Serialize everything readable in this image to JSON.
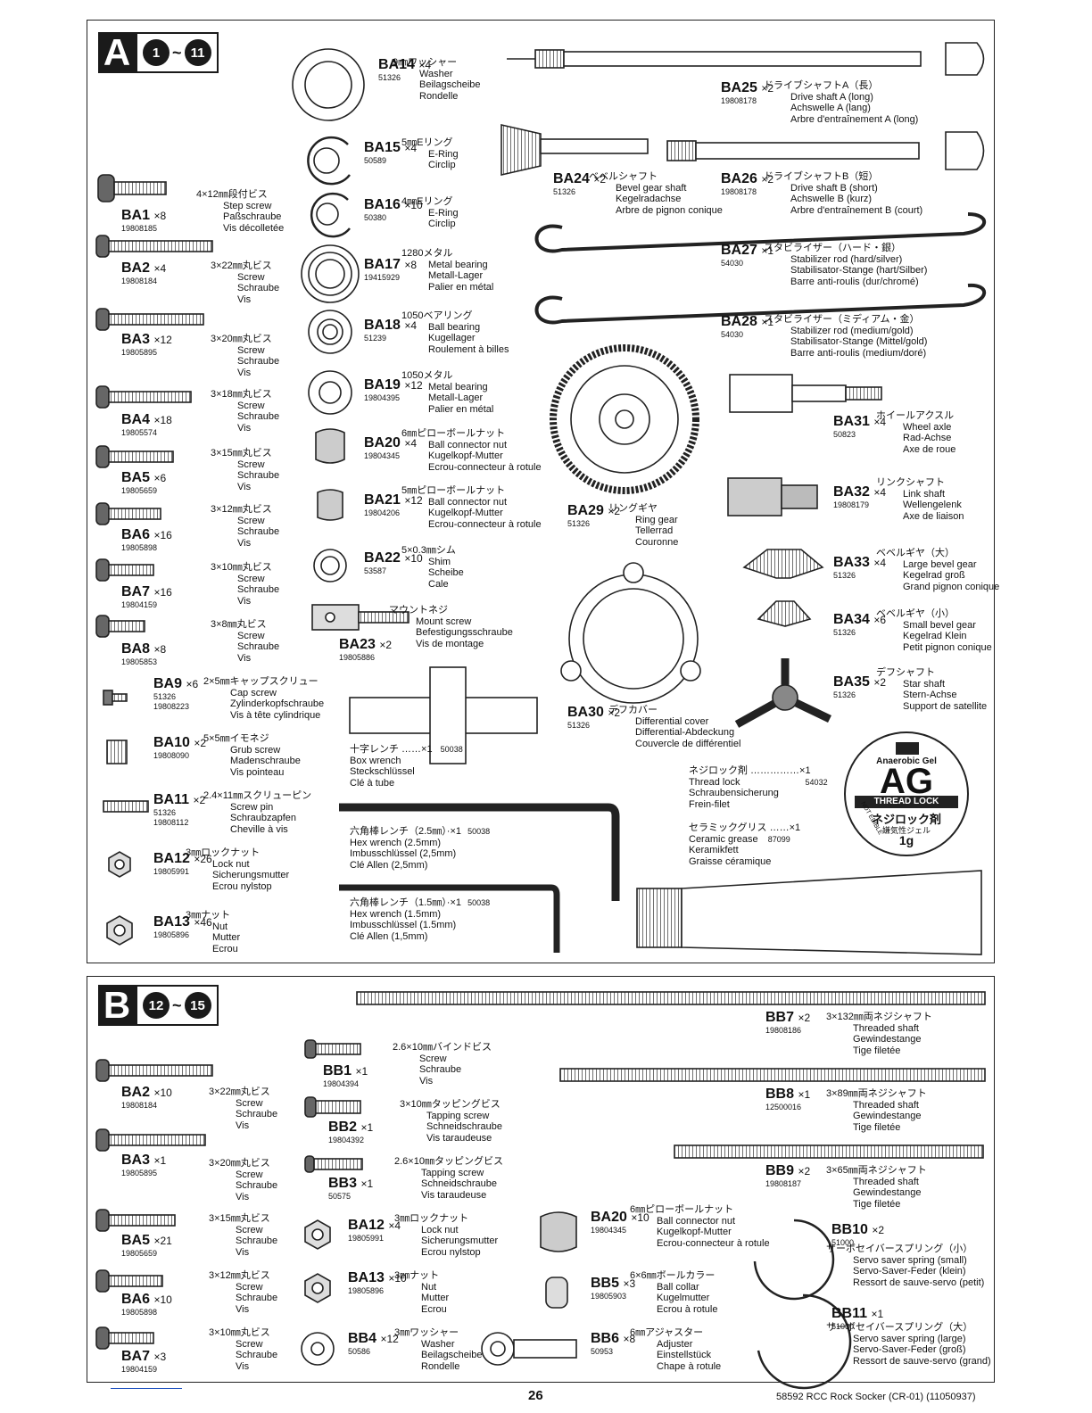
{
  "sectionA": {
    "letter": "A",
    "range_from": "1",
    "range_to": "11",
    "tilde": "~",
    "parts": [
      {
        "code": "BA1",
        "qty": "×8",
        "pn": "19808185",
        "ja": "4×12㎜段付ビス",
        "names": [
          "Step screw",
          "Paßschraube",
          "Vis décolletée"
        ]
      },
      {
        "code": "BA2",
        "qty": "×4",
        "pn": "19808184",
        "ja": "3×22㎜丸ビス",
        "names": [
          "Screw",
          "Schraube",
          "Vis"
        ]
      },
      {
        "code": "BA3",
        "qty": "×12",
        "pn": "19805895",
        "ja": "3×20㎜丸ビス",
        "names": [
          "Screw",
          "Schraube",
          "Vis"
        ]
      },
      {
        "code": "BA4",
        "qty": "×18",
        "pn": "19805574",
        "ja": "3×18㎜丸ビス",
        "names": [
          "Screw",
          "Schraube",
          "Vis"
        ]
      },
      {
        "code": "BA5",
        "qty": "×6",
        "pn": "19805659",
        "ja": "3×15㎜丸ビス",
        "names": [
          "Screw",
          "Schraube",
          "Vis"
        ]
      },
      {
        "code": "BA6",
        "qty": "×16",
        "pn": "19805898",
        "ja": "3×12㎜丸ビス",
        "names": [
          "Screw",
          "Schraube",
          "Vis"
        ]
      },
      {
        "code": "BA7",
        "qty": "×16",
        "pn": "19804159",
        "ja": "3×10㎜丸ビス",
        "names": [
          "Screw",
          "Schraube",
          "Vis"
        ]
      },
      {
        "code": "BA8",
        "qty": "×8",
        "pn": "19805853",
        "ja": "3×8㎜丸ビス",
        "names": [
          "Screw",
          "Schraube",
          "Vis"
        ]
      },
      {
        "code": "BA9",
        "qty": "×6",
        "pn": "51326",
        "pn2": "19808223",
        "ja": "2×5㎜キャップスクリュー",
        "names": [
          "Cap screw",
          "Zylinderkopfschraube",
          "Vis à tête cylindrique"
        ]
      },
      {
        "code": "BA10",
        "qty": "×2",
        "pn": "19808090",
        "ja": "5×5㎜イモネジ",
        "names": [
          "Grub screw",
          "Madenschraube",
          "Vis pointeau"
        ]
      },
      {
        "code": "BA11",
        "qty": "×2",
        "pn": "51326",
        "pn2": "19808112",
        "ja": "2.4×11㎜スクリューピン",
        "names": [
          "Screw pin",
          "Schraubzapfen",
          "Cheville à vis"
        ]
      },
      {
        "code": "BA12",
        "qty": "×26",
        "pn": "19805991",
        "ja": "3㎜ロックナット",
        "names": [
          "Lock nut",
          "Sicherungsmutter",
          "Ecrou nylstop"
        ]
      },
      {
        "code": "BA13",
        "qty": "×46",
        "pn": "19805896",
        "ja": "3㎜ナット",
        "names": [
          "Nut",
          "Mutter",
          "Ecrou"
        ]
      },
      {
        "code": "BA14",
        "qty": "×4",
        "pn": "51326",
        "ja": "9㎜ワッシャー",
        "names": [
          "Washer",
          "Beilagscheibe",
          "Rondelle"
        ]
      },
      {
        "code": "BA15",
        "qty": "×4",
        "pn": "50589",
        "ja": "5㎜Eリング",
        "names": [
          "E-Ring",
          "Circlip"
        ]
      },
      {
        "code": "BA16",
        "qty": "×10",
        "pn": "50380",
        "ja": "4㎜Eリング",
        "names": [
          "E-Ring",
          "Circlip"
        ]
      },
      {
        "code": "BA17",
        "qty": "×8",
        "pn": "19415929",
        "ja": "1280メタル",
        "names": [
          "Metal bearing",
          "Metall-Lager",
          "Palier en métal"
        ]
      },
      {
        "code": "BA18",
        "qty": "×4",
        "pn": "51239",
        "ja": "1050ベアリング",
        "names": [
          "Ball bearing",
          "Kugellager",
          "Roulement à billes"
        ]
      },
      {
        "code": "BA19",
        "qty": "×12",
        "pn": "19804395",
        "ja": "1050メタル",
        "names": [
          "Metal bearing",
          "Metall-Lager",
          "Palier en métal"
        ]
      },
      {
        "code": "BA20",
        "qty": "×4",
        "pn": "19804345",
        "ja": "6㎜ピローボールナット",
        "names": [
          "Ball connector nut",
          "Kugelkopf-Mutter",
          "Ecrou-connecteur à rotule"
        ]
      },
      {
        "code": "BA21",
        "qty": "×12",
        "pn": "19804206",
        "ja": "5㎜ピローボールナット",
        "names": [
          "Ball connector nut",
          "Kugelkopf-Mutter",
          "Ecrou-connecteur à rotule"
        ]
      },
      {
        "code": "BA22",
        "qty": "×10",
        "pn": "53587",
        "ja": "5×0.3㎜シム",
        "names": [
          "Shim",
          "Scheibe",
          "Cale"
        ]
      },
      {
        "code": "BA23",
        "qty": "×2",
        "pn": "19805886",
        "ja": "マウントネジ",
        "names": [
          "Mount screw",
          "Befestigungsschraube",
          "Vis de montage"
        ]
      },
      {
        "code": "BA24",
        "qty": "×2",
        "pn": "51326",
        "ja": "ベベルシャフト",
        "names": [
          "Bevel gear shaft",
          "Kegelradachse",
          "Arbre de pignon conique"
        ]
      },
      {
        "code": "BA25",
        "qty": "×2",
        "pn": "19808178",
        "ja": "ドライブシャフトA（長）",
        "names": [
          "Drive shaft A (long)",
          "Achswelle A (lang)",
          "Arbre d'entraînement A (long)"
        ]
      },
      {
        "code": "BA26",
        "qty": "×2",
        "pn": "19808178",
        "ja": "ドライブシャフトB（短）",
        "names": [
          "Drive shaft B (short)",
          "Achswelle B (kurz)",
          "Arbre d'entraînement B (court)"
        ]
      },
      {
        "code": "BA27",
        "qty": "×1",
        "pn": "54030",
        "ja": "スタビライザー（ハード・銀）",
        "names": [
          "Stabilizer rod (hard/silver)",
          "Stabilisator-Stange (hart/Silber)",
          "Barre anti-roulis (dur/chromé)"
        ]
      },
      {
        "code": "BA28",
        "qty": "×1",
        "pn": "54030",
        "ja": "スタビライザー（ミディアム・金）",
        "names": [
          "Stabilizer rod (medium/gold)",
          "Stabilisator-Stange (Mittel/gold)",
          "Barre anti-roulis (medium/doré)"
        ]
      },
      {
        "code": "BA29",
        "qty": "×2",
        "pn": "51326",
        "ja": "リングギヤ",
        "names": [
          "Ring gear",
          "Tellerrad",
          "Couronne"
        ]
      },
      {
        "code": "BA30",
        "qty": "×2",
        "pn": "51326",
        "ja": "デフカバー",
        "names": [
          "Differential cover",
          "Differential-Abdeckung",
          "Couvercle de différentiel"
        ]
      },
      {
        "code": "BA31",
        "qty": "×4",
        "pn": "50823",
        "ja": "ホイールアクスル",
        "names": [
          "Wheel axle",
          "Rad-Achse",
          "Axe de roue"
        ]
      },
      {
        "code": "BA32",
        "qty": "×4",
        "pn": "19808179",
        "ja": "リンクシャフト",
        "names": [
          "Link shaft",
          "Wellengelenk",
          "Axe de liaison"
        ]
      },
      {
        "code": "BA33",
        "qty": "×4",
        "pn": "51326",
        "ja": "ベベルギヤ（大）",
        "names": [
          "Large bevel gear",
          "Kegelrad groß",
          "Grand pignon conique"
        ]
      },
      {
        "code": "BA34",
        "qty": "×6",
        "pn": "51326",
        "ja": "ベベルギヤ（小）",
        "names": [
          "Small bevel gear",
          "Kegelrad Klein",
          "Petit pignon conique"
        ]
      },
      {
        "code": "BA35",
        "qty": "×2",
        "pn": "51326",
        "ja": "デフシャフト",
        "names": [
          "Star shaft",
          "Stern-Achse",
          "Support de satellite"
        ]
      }
    ],
    "tools": [
      {
        "ja": "十字レンチ ……×1",
        "pn": "50038",
        "names": [
          "Box wrench",
          "Steckschlüssel",
          "Clé à tube"
        ]
      },
      {
        "ja": "六角棒レンチ（2.5㎜）·×1",
        "pn": "50038",
        "names": [
          "Hex wrench (2.5mm)",
          "Imbusschlüssel (2,5mm)",
          "Clé Allen (2,5mm)"
        ]
      },
      {
        "ja": "六角棒レンチ（1.5㎜）·×1",
        "pn": "50038",
        "names": [
          "Hex wrench (1.5mm)",
          "Imbusschlüssel (1.5mm)",
          "Clé Allen (1,5mm)"
        ]
      },
      {
        "ja": "ネジロック剤 ……………×1",
        "pn": "54032",
        "names": [
          "Thread lock",
          "Schraubensicherung",
          "Frein-filet"
        ]
      },
      {
        "ja": "セラミックグリス ……×1",
        "pn": "87099",
        "names": [
          "Ceramic grease",
          "Keramikfett",
          "Graisse céramique"
        ]
      }
    ],
    "badge": {
      "top": "Anaerobic Gel",
      "big": "AG",
      "band": "THREAD LOCK",
      "ja": "ネジロック剤",
      "ja2": "嫌気性ジェル",
      "weight": "1g",
      "edge": "NOT EDIBLE"
    }
  },
  "sectionB": {
    "letter": "B",
    "range_from": "12",
    "range_to": "15",
    "tilde": "~",
    "parts": [
      {
        "code": "BA2",
        "qty": "×10",
        "pn": "19808184",
        "ja": "3×22㎜丸ビス",
        "names": [
          "Screw",
          "Schraube",
          "Vis"
        ]
      },
      {
        "code": "BA3",
        "qty": "×1",
        "pn": "19805895",
        "ja": "3×20㎜丸ビス",
        "names": [
          "Screw",
          "Schraube",
          "Vis"
        ]
      },
      {
        "code": "BA5",
        "qty": "×21",
        "pn": "19805659",
        "ja": "3×15㎜丸ビス",
        "names": [
          "Screw",
          "Schraube",
          "Vis"
        ]
      },
      {
        "code": "BA6",
        "qty": "×10",
        "pn": "19805898",
        "ja": "3×12㎜丸ビス",
        "names": [
          "Screw",
          "Schraube",
          "Vis"
        ]
      },
      {
        "code": "BA7",
        "qty": "×3",
        "pn": "19804159",
        "ja": "3×10㎜丸ビス",
        "names": [
          "Screw",
          "Schraube",
          "Vis"
        ]
      },
      {
        "code": "BB1",
        "qty": "×1",
        "pn": "19804394",
        "ja": "2.6×10㎜バインドビス",
        "names": [
          "Screw",
          "Schraube",
          "Vis"
        ]
      },
      {
        "code": "BB2",
        "qty": "×1",
        "pn": "19804392",
        "ja": "3×10㎜タッピングビス",
        "names": [
          "Tapping screw",
          "Schneidschraube",
          "Vis taraudeuse"
        ]
      },
      {
        "code": "BB3",
        "qty": "×1",
        "pn": "50575",
        "ja": "2.6×10㎜タッピングビス",
        "names": [
          "Tapping screw",
          "Schneidschraube",
          "Vis taraudeuse"
        ]
      },
      {
        "code": "BA12",
        "qty": "×4",
        "pn": "19805991",
        "ja": "3㎜ロックナット",
        "names": [
          "Lock nut",
          "Sicherungsmutter",
          "Ecrou nylstop"
        ]
      },
      {
        "code": "BA13",
        "qty": "×10",
        "pn": "19805896",
        "ja": "3㎜ナット",
        "names": [
          "Nut",
          "Mutter",
          "Ecrou"
        ]
      },
      {
        "code": "BB4",
        "qty": "×12",
        "pn": "50586",
        "ja": "3㎜ワッシャー",
        "names": [
          "Washer",
          "Beilagscheibe",
          "Rondelle"
        ]
      },
      {
        "code": "BA20",
        "qty": "×10",
        "pn": "19804345",
        "ja": "6㎜ピローボールナット",
        "names": [
          "Ball connector nut",
          "Kugelkopf-Mutter",
          "Ecrou-connecteur à rotule"
        ]
      },
      {
        "code": "BB5",
        "qty": "×3",
        "pn": "19805903",
        "ja": "6×6㎜ボールカラー",
        "names": [
          "Ball collar",
          "Kugelmutter",
          "Ecrou à rotule"
        ]
      },
      {
        "code": "BB6",
        "qty": "×8",
        "pn": "50953",
        "ja": "6㎜アジャスター",
        "names": [
          "Adjuster",
          "Einstellstück",
          "Chape à rotule"
        ]
      },
      {
        "code": "BB7",
        "qty": "×2",
        "pn": "19808186",
        "ja": "3×132㎜両ネジシャフト",
        "names": [
          "Threaded shaft",
          "Gewindestange",
          "Tige filetée"
        ]
      },
      {
        "code": "BB8",
        "qty": "×1",
        "pn": "12500016",
        "ja": "3×89㎜両ネジシャフト",
        "names": [
          "Threaded shaft",
          "Gewindestange",
          "Tige filetée"
        ]
      },
      {
        "code": "BB9",
        "qty": "×2",
        "pn": "19808187",
        "ja": "3×65㎜両ネジシャフト",
        "names": [
          "Threaded shaft",
          "Gewindestange",
          "Tige filetée"
        ]
      },
      {
        "code": "BB10",
        "qty": "×2",
        "pn": "51000",
        "ja": "サーボセイバースプリング（小）",
        "names": [
          "Servo saver spring (small)",
          "Servo-Saver-Feder (klein)",
          "Ressort de sauve-servo (petit)"
        ]
      },
      {
        "code": "BB11",
        "qty": "×1",
        "pn": "51000",
        "ja": "サーボセイバースプリング（大）",
        "names": [
          "Servo saver spring (large)",
          "Servo-Saver-Feder (groß)",
          "Ressort de sauve-servo (grand)"
        ]
      }
    ]
  },
  "footer": {
    "page": "26",
    "title": "58592 RCC Rock Socker (CR-01) (11050937)"
  }
}
